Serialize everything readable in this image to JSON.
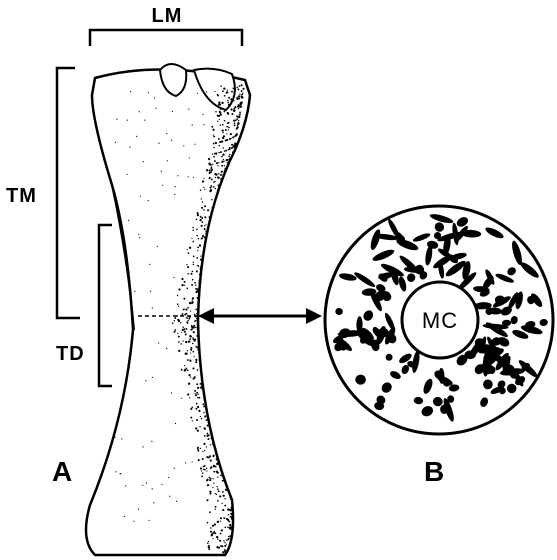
{
  "labels": {
    "lm": "LM",
    "tm": "TM",
    "td": "TD",
    "mc": "MC",
    "panel_a": "A",
    "panel_b": "B"
  },
  "colors": {
    "ink": "#000000",
    "paper": "#ffffff"
  }
}
